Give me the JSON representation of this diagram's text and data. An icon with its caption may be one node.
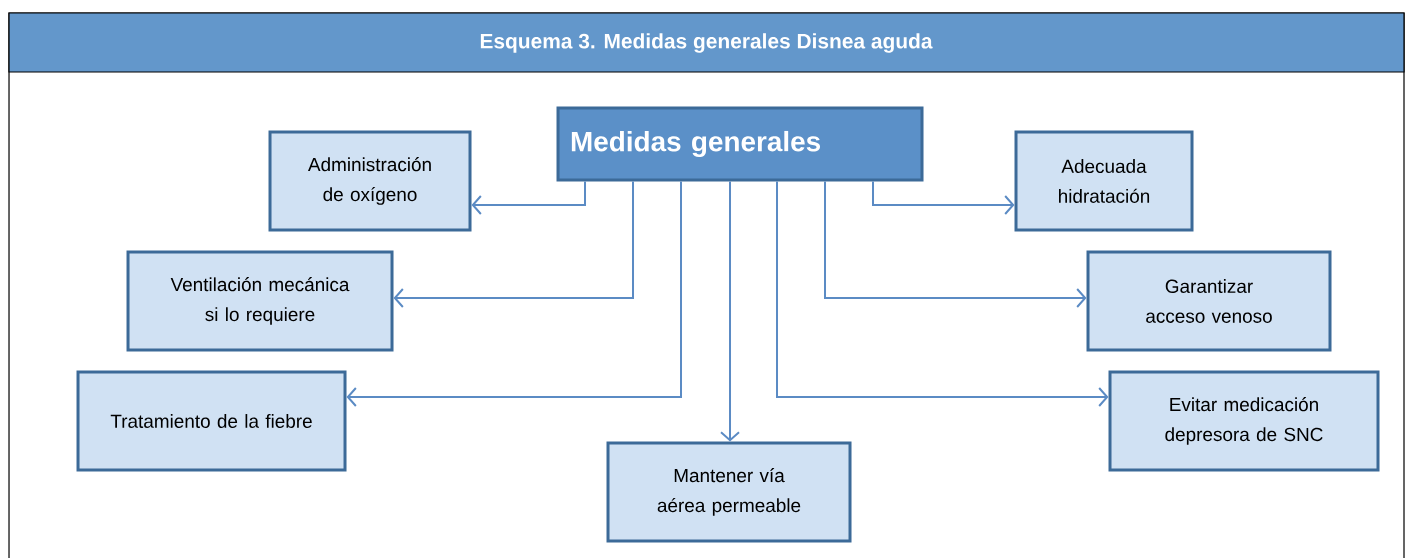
{
  "diagram": {
    "title": "Esquema 3. Medidas generales Disnea aguda",
    "nodes": [
      {
        "text": [
          "Medidas generales"
        ]
      },
      {
        "text": [
          "Administración de oxígeno"
        ]
      },
      {
        "text": [
          "Adecuada hidratación"
        ]
      },
      {
        "text": [
          "Ventilación mecánica si lo requiere"
        ]
      },
      {
        "text": [
          "Garantizar acceso venoso"
        ]
      },
      {
        "text": [
          "Tratamiento de la fiebre"
        ]
      },
      {
        "text": [
          "Evitar medicación depresora de SNC"
        ]
      },
      {
        "text": [
          "Mantener vía aérea permeable"
        ]
      }
    ],
    "edges": [
      {
        "from": 0,
        "to": 1,
        "arrow": "to"
      },
      {
        "from": 0,
        "to": 2,
        "arrow": "to"
      },
      {
        "from": 0,
        "to": 3,
        "arrow": "to"
      },
      {
        "from": 0,
        "to": 4,
        "arrow": "to"
      },
      {
        "from": 0,
        "to": 5,
        "arrow": "to"
      },
      {
        "from": 0,
        "to": 6,
        "arrow": "to"
      },
      {
        "from": 0,
        "to": 7,
        "arrow": "to"
      }
    ]
  }
}
